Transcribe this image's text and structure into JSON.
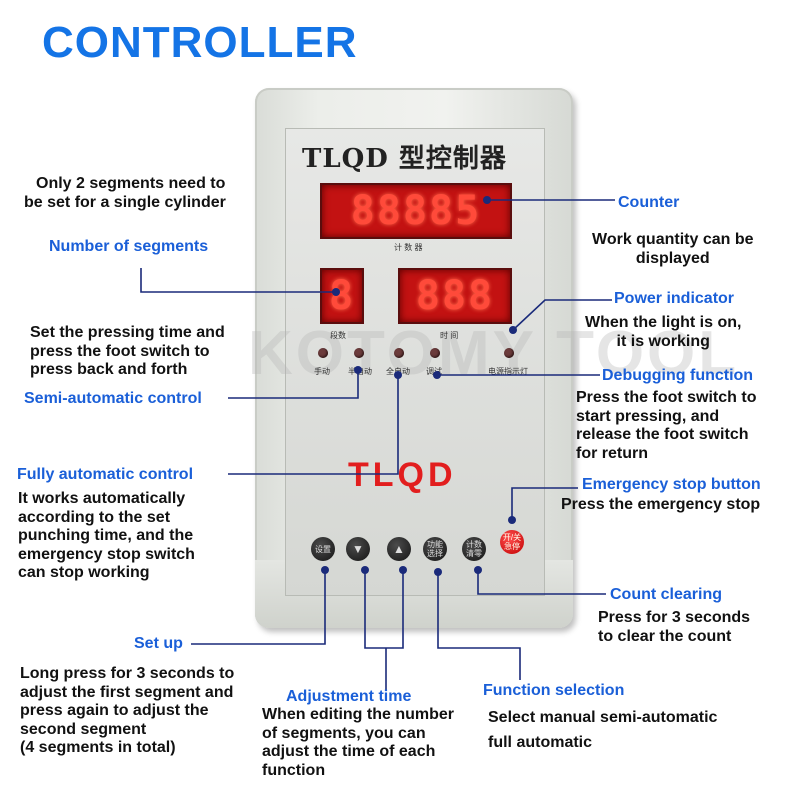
{
  "title": "CONTROLLER",
  "device": {
    "model_title": "TLQD 型控制器",
    "counter_display": "88885",
    "counter_caption": "计 数 器",
    "segments_display": "8",
    "segments_caption": "段数",
    "time_display": "888",
    "time_caption": "时 间",
    "indicator_labels": [
      "手动",
      "半自动",
      "全自动",
      "调试",
      "电源指示灯"
    ],
    "brand_logo": "TLQD",
    "watermark": "KOTOMY TOOL",
    "buttons": [
      {
        "label": "设置"
      },
      {
        "label": "▼"
      },
      {
        "label": "▲"
      },
      {
        "label": "功能 选择"
      },
      {
        "label": "计数 清零"
      },
      {
        "label": "开/关 急停"
      }
    ]
  },
  "annotations": {
    "segments_note": [
      "Only 2 segments need to",
      "be set for a single cylinder"
    ],
    "num_segments": "Number of segments",
    "pressing_note": [
      "Set the pressing time and",
      "press the foot switch to",
      "press back and forth"
    ],
    "semi_auto": "Semi-automatic control",
    "fully_auto": "Fully automatic control",
    "fully_auto_desc": [
      "It works automatically",
      "according to the set",
      "punching time, and the",
      "emergency stop switch",
      "can stop working"
    ],
    "set_up": "Set up",
    "set_up_desc": [
      "Long press for 3 seconds to",
      "adjust the first segment and",
      "press again to adjust the",
      "second segment",
      "(4 segments in total)"
    ],
    "adjustment_time": "Adjustment time",
    "adjustment_desc": [
      "When editing the number",
      "of segments, you can",
      "adjust the time of each",
      "function"
    ],
    "function_selection": "Function selection",
    "function_desc": [
      "Select manual semi-automatic",
      "full automatic"
    ],
    "counter": "Counter",
    "counter_desc": [
      "Work quantity can be",
      "displayed"
    ],
    "power_indicator": "Power indicator",
    "power_desc": [
      "When the light is on,",
      "it is working"
    ],
    "debugging": "Debugging function",
    "debugging_desc": [
      "Press the foot switch to",
      "start pressing, and",
      "release the foot switch",
      "for return"
    ],
    "emergency": "Emergency stop button",
    "emergency_desc": "Press the emergency stop",
    "count_clearing": "Count clearing",
    "count_clearing_desc": [
      "Press for 3 seconds",
      "to clear the count"
    ]
  },
  "colors": {
    "accent_blue": "#1474e6",
    "label_blue": "#1a5fd8",
    "led_red": "#c31212",
    "brand_red": "#e21e1e",
    "line_navy": "#1a2a7a"
  }
}
